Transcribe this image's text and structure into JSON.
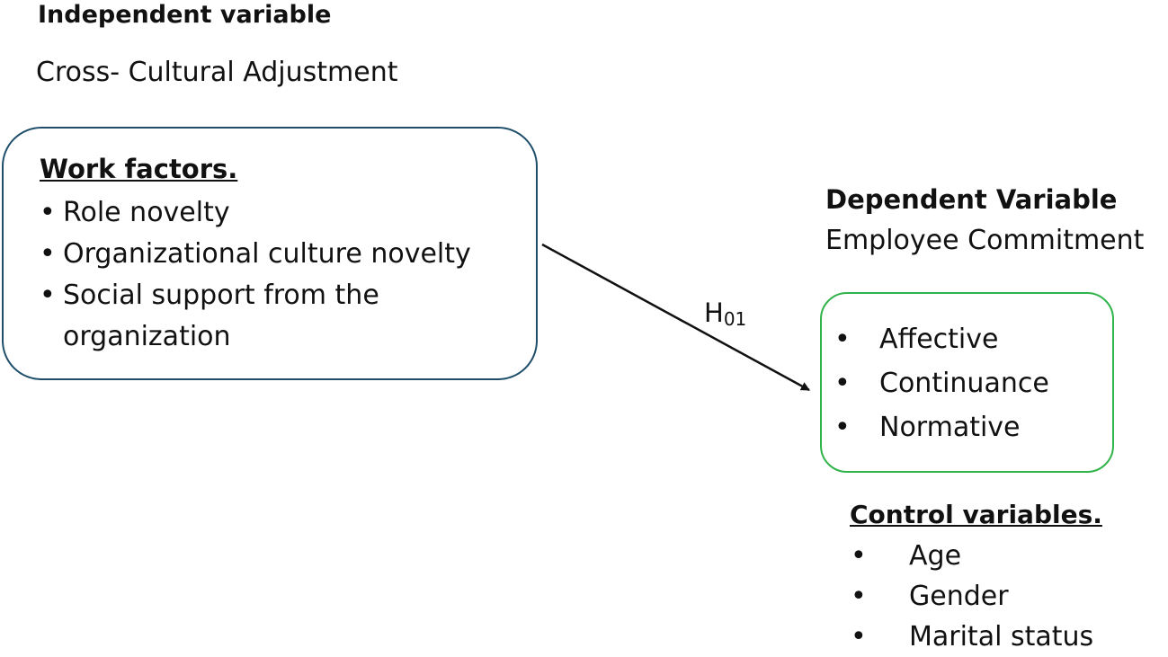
{
  "independent": {
    "heading": "Independent variable",
    "name": "Cross- Cultural Adjustment"
  },
  "work_factors": {
    "title": "Work factors.",
    "items": [
      "Role novelty",
      "Organizational culture novelty",
      "Social support from the organization"
    ]
  },
  "hypothesis": {
    "label": "H",
    "subscript": "01"
  },
  "dependent": {
    "heading": "Dependent Variable",
    "name": "Employee Commitment",
    "items": [
      "Affective",
      "Continuance",
      "Normative"
    ]
  },
  "control": {
    "title": "Control variables.",
    "items": [
      "Age",
      "Gender",
      "Marital status"
    ]
  },
  "colors": {
    "work_box_border": "#1f4e6b",
    "commit_box_border": "#2fb34a",
    "arrow": "#111111"
  }
}
